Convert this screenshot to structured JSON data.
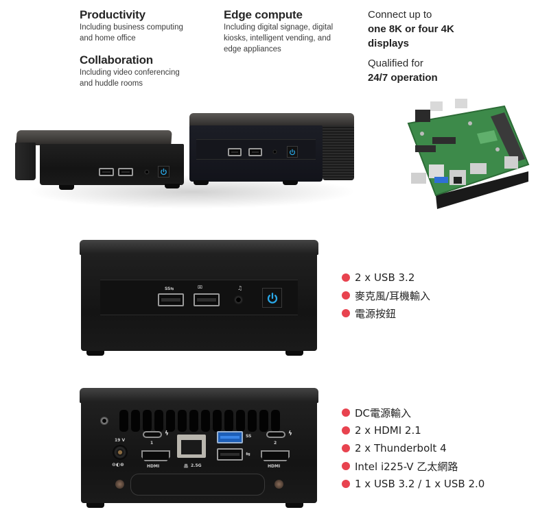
{
  "features": {
    "productivity": {
      "title": "Productivity",
      "desc_line1": "Including business computing",
      "desc_line2": "and home office"
    },
    "collaboration": {
      "title": "Collaboration",
      "desc_line1": "Including video conferencing",
      "desc_line2": "and huddle rooms"
    },
    "edge": {
      "title": "Edge compute",
      "desc_line1": "Including digital signage, digital",
      "desc_line2": "kiosks, intelligent vending, and",
      "desc_line3": "edge appliances"
    }
  },
  "callouts": {
    "displays_light": "Connect up to",
    "displays_bold_line1": "one 8K or four 4K",
    "displays_bold_line2": "displays",
    "operation_light": "Qualified for",
    "operation_bold": "24/7 operation"
  },
  "front_panel": {
    "items": [
      "2 x USB 3.2",
      "麥克風/耳機輸入",
      "電源按鈕"
    ]
  },
  "rear_panel": {
    "port_labels": {
      "dc_voltage": "19 V",
      "tb_left": "1",
      "tb_right": "2",
      "hdmi_left": "HDMI",
      "hdmi_right": "HDMI",
      "lan_speed": "2.5G",
      "usb_ss": "SS"
    },
    "items": [
      "DC電源輸入",
      "2 x HDMI 2.1",
      "2 x Thunderbolt 4",
      "Intel i225-V 乙太網路",
      "1 x USB 3.2 / 1 x USB 2.0"
    ]
  },
  "colors": {
    "bullet": "#e8434f",
    "power_led": "#2aa8e8"
  },
  "icons": {
    "bullet": "red-dot-icon",
    "power": "power-icon",
    "thunderbolt": "thunderbolt-icon",
    "network": "network-icon"
  }
}
